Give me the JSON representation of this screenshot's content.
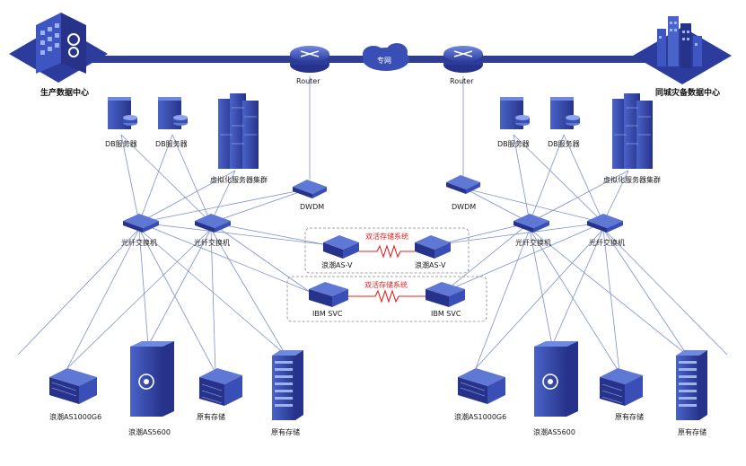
{
  "colors": {
    "backbone": "#2e3f8f",
    "device_dark": "#27338a",
    "device_mid": "#3a4fb5",
    "device_light": "#5f78d6",
    "link": "#7d8fcf",
    "ha_link": "#e02020"
  },
  "backbone": {
    "left_site": "生产数据中心",
    "right_site": "同城灾备数据中心",
    "router_left": "Router",
    "router_right": "Router",
    "private_net": "专网"
  },
  "left": {
    "db1": "DB服务器",
    "db2": "DB服务器",
    "virt_cluster": "虚拟化服务器集群",
    "dwdm": "DWDM",
    "fc_switch_1": "光纤交换机",
    "fc_switch_2": "光纤交换机",
    "storage_1": "浪潮AS1000G6",
    "storage_2": "浪潮AS5600",
    "storage_3": "原有存储",
    "storage_4": "原有存储"
  },
  "right": {
    "db1": "DB服务器",
    "db2": "DB服务器",
    "virt_cluster": "虚拟化服务器集群",
    "dwdm": "DWDM",
    "fc_switch_1": "光纤交换机",
    "fc_switch_2": "光纤交换机",
    "storage_1": "浪潮AS1000G6",
    "storage_2": "浪潮AS5600",
    "storage_3": "原有存储",
    "storage_4": "原有存储"
  },
  "center": {
    "ha_group_1": {
      "title": "双活存储系统",
      "node_left": "浪潮AS-V",
      "node_right": "浪潮AS-V"
    },
    "ha_group_2": {
      "title": "双活存储系统",
      "node_left": "IBM SVC",
      "node_right": "IBM SVC"
    }
  }
}
